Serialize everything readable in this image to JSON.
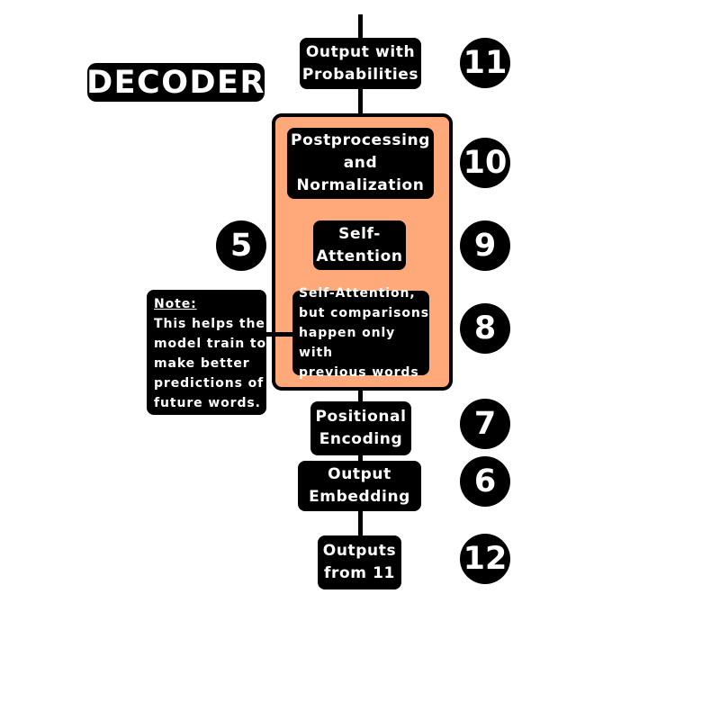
{
  "title": "DECODER",
  "boxes": {
    "output_probabilities": "Output with\nProbabilities",
    "postprocessing": "Postprocessing\nand\nNormalization",
    "self_attention": "Self-\nAttention",
    "masked_self_attention": "Self-Attention,\nbut comparisons\nhappen only with\nprevious words",
    "positional_encoding": "Positional\nEncoding",
    "output_embedding": "Output\nEmbedding",
    "outputs_from": "Outputs\nfrom 11"
  },
  "note": {
    "heading": "Note:",
    "body": "This helps the\nmodel train to\nmake better\npredictions of\nfuture words."
  },
  "steps": {
    "output_probabilities": "11",
    "postprocessing": "10",
    "self_attention": "9",
    "masked_self_attention": "8",
    "positional_encoding": "7",
    "output_embedding": "6",
    "outputs_from": "12",
    "decoder_block": "5"
  },
  "colors": {
    "decoder_panel": "#ffa87a",
    "box": "#000000",
    "text": "#ffffff"
  }
}
